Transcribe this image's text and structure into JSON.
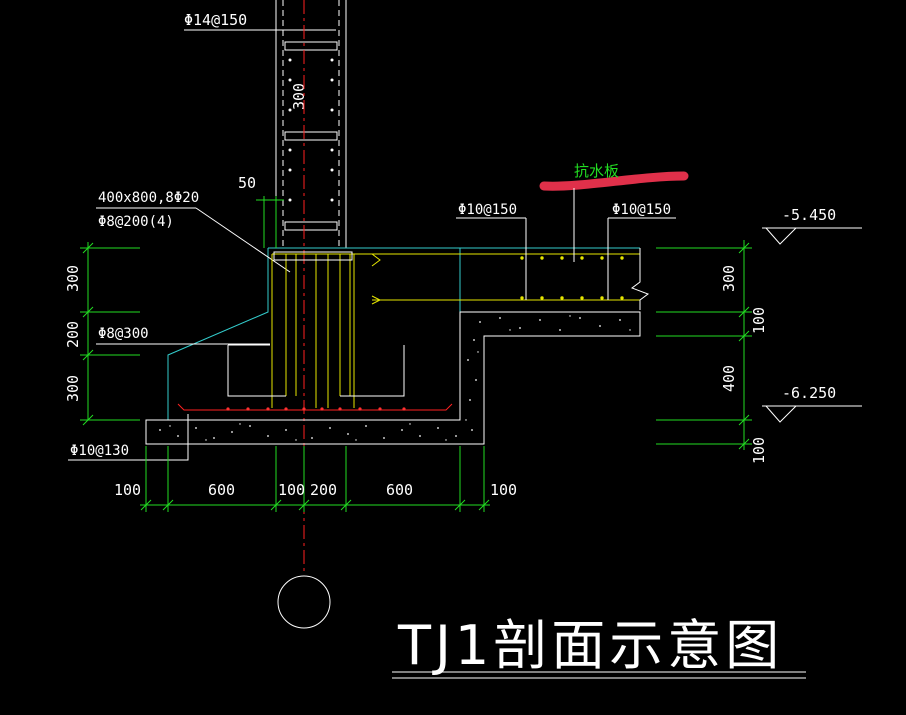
{
  "colors": {
    "background": "#000000",
    "dimension": "#22dd22",
    "outline": "#33cccc",
    "rebar": "#e6e600",
    "axis": "#ff2020",
    "text": "#ffffff",
    "highlight": "#e0304a"
  },
  "title": "TJ1剖面示意图",
  "callouts": {
    "column_top_rebar": "Φ14@150",
    "column_width": "300",
    "offset_50": "50",
    "beam_spec": "400x800,8Φ20",
    "beam_stirrup": "Φ8@200(4)",
    "stirrup_300": "Φ8@300",
    "base_rebar": "Φ10@130",
    "slab_rebar_left": "Φ10@150",
    "slab_rebar_right": "Φ10@150",
    "slab_name": "抗水板"
  },
  "elevations": {
    "top": "-5.450",
    "bottom": "-6.250"
  },
  "left_dims": [
    "300",
    "200",
    "300"
  ],
  "right_dims": [
    "300",
    "100",
    "400",
    "100"
  ],
  "bottom_dims": [
    "100",
    "600",
    "100",
    "200",
    "600",
    "100"
  ]
}
